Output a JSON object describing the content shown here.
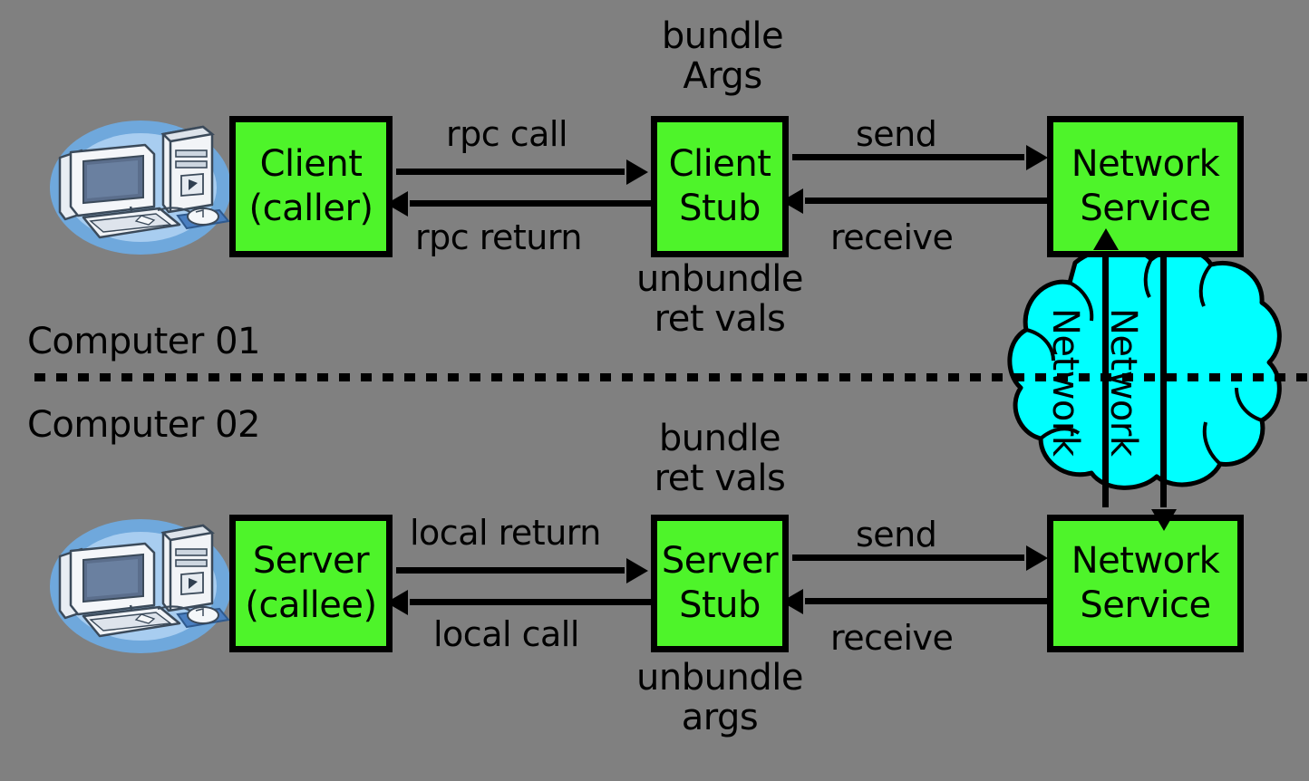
{
  "diagram": {
    "title": "Remote Procedure Call (RPC) flow between two computers",
    "background_color": "#808080",
    "box_fill_color": "#4ef42a",
    "cloud_fill_color": "#00ffff",
    "line_color": "#000000"
  },
  "zones": {
    "top_label": "Computer 01",
    "bottom_label": "Computer 02",
    "divider_style": "dotted"
  },
  "boxes": {
    "client": {
      "line1": "Client",
      "line2": "(caller)"
    },
    "client_stub": {
      "line1": "Client",
      "line2": "Stub"
    },
    "network_top": {
      "line1": "Network",
      "line2": "Service"
    },
    "server": {
      "line1": "Server",
      "line2": "(callee)"
    },
    "server_stub": {
      "line1": "Server",
      "line2": "Stub"
    },
    "network_bottom": {
      "line1": "Network",
      "line2": "Service"
    }
  },
  "annotations": {
    "bundle_args": {
      "line1": "bundle",
      "line2": "Args"
    },
    "unbundle_ret_vals": {
      "line1": "unbundle",
      "line2": "ret vals"
    },
    "bundle_ret_vals": {
      "line1": "bundle",
      "line2": "ret vals"
    },
    "unbundle_args": {
      "line1": "unbundle",
      "line2": "args"
    }
  },
  "arrows": {
    "rpc_call": {
      "label": "rpc call",
      "direction": "right"
    },
    "rpc_return": {
      "label": "rpc return",
      "direction": "left"
    },
    "send_top": {
      "label": "send",
      "direction": "right"
    },
    "receive_top": {
      "label": "receive",
      "direction": "left"
    },
    "local_return": {
      "label": "local return",
      "direction": "right"
    },
    "local_call": {
      "label": "local call",
      "direction": "left"
    },
    "send_bottom": {
      "label": "send",
      "direction": "right"
    },
    "receive_bottom": {
      "label": "receive",
      "direction": "left"
    },
    "network_up": {
      "label": "Network",
      "direction": "up"
    },
    "network_down": {
      "label": "Network",
      "direction": "down"
    }
  },
  "icons": {
    "computer_top": "desktop-computer-icon",
    "computer_bottom": "desktop-computer-icon",
    "cloud": "network-cloud-icon"
  }
}
